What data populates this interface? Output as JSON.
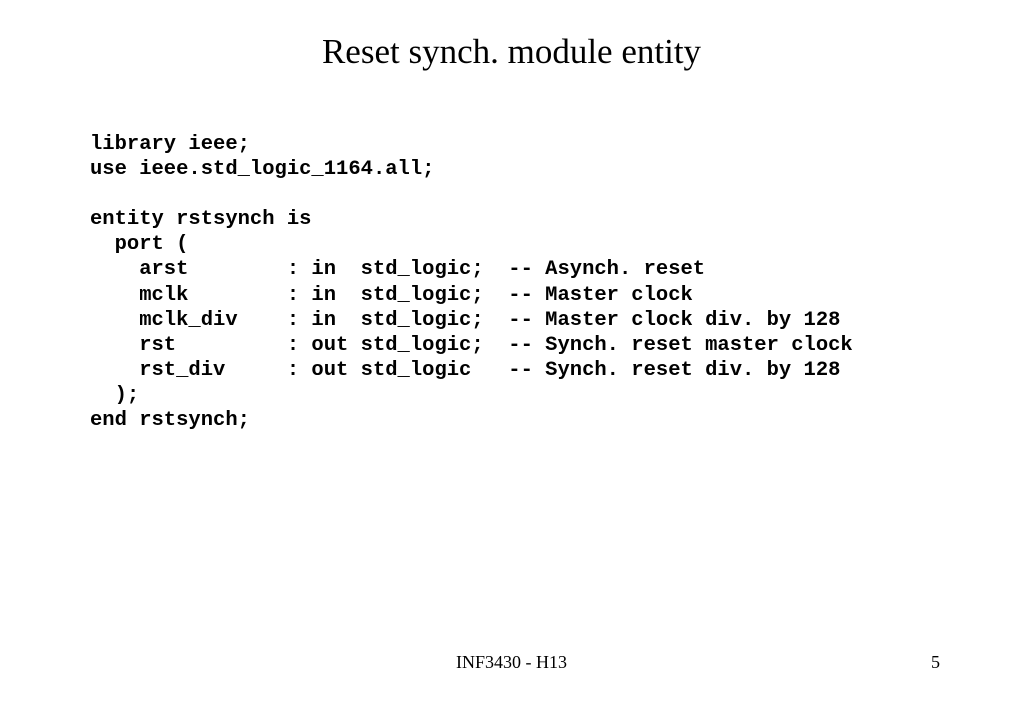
{
  "slide": {
    "title": "Reset synch. module entity",
    "code_lines": [
      "library ieee;",
      "use ieee.std_logic_1164.all;",
      "",
      "entity rstsynch is",
      "  port (",
      "    arst        : in  std_logic;  -- Asynch. reset",
      "    mclk        : in  std_logic;  -- Master clock",
      "    mclk_div    : in  std_logic;  -- Master clock div. by 128",
      "    rst         : out std_logic;  -- Synch. reset master clock",
      "    rst_div     : out std_logic   -- Synch. reset div. by 128",
      "  );",
      "end rstsynch;"
    ]
  },
  "footer": {
    "course": "INF3430 - H13",
    "page_number": "5"
  }
}
